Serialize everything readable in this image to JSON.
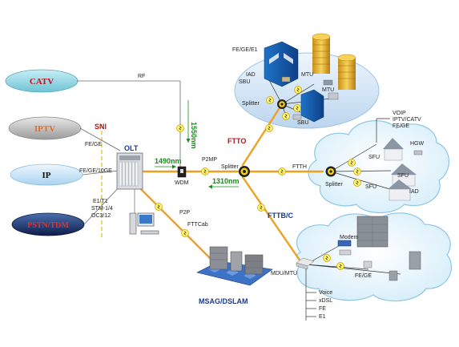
{
  "services": {
    "catv": "CATV",
    "iptv": "IPTV",
    "ip": "IP",
    "pstn": "PSTN/TDM",
    "sni": "SNI",
    "if_fe_ge": "FE/GE",
    "if_ip": "FE/GE/10GE",
    "if_pstn_1": "E1/T1",
    "if_pstn_2": "STM-1/4",
    "if_pstn_3": "OC3/12"
  },
  "core": {
    "olt": "OLT",
    "rf": "RF",
    "wl_1550": "1550nm",
    "wl_1490": "1490nm",
    "wl_1310": "1310nm",
    "wdm": "WDM",
    "p2mp": "P2MP",
    "p2p": "P2P",
    "splitter_main": "Splitter"
  },
  "ftto": {
    "label": "FTTO",
    "fe_ge_e1": "FE/GE/E1",
    "iad": "IAD",
    "mtu": "MTU",
    "sbu_1": "SBU",
    "mtu_2": "MTU",
    "splitter": "Splitter",
    "sbu_2": "SBU"
  },
  "ftth": {
    "label": "FTTH",
    "voip": "VOIP",
    "iptv_catv": "IPTV/CATV",
    "fe_ge": "FE/GE",
    "sfu_1": "SFU",
    "hgw": "HGW",
    "splitter": "Splitter",
    "sfu_2": "SFU",
    "sfu_3": "SFU",
    "iad": "IAD"
  },
  "fttb": {
    "label": "FTTB/C",
    "modem": "Modem",
    "fe_ge": "FE/GE",
    "mdu_mtu": "MDU/MTU",
    "voice": "Voice",
    "xdsl": "xDSL",
    "fe": "FE",
    "e1": "E1"
  },
  "fttcab": {
    "label": "FTTCab",
    "msag": "MSAG/DSLAM"
  },
  "colors": {
    "fiber": "#f0a020",
    "green_text": "#1a8a1a",
    "navy": "#1a3a8a",
    "red_text": "#c0101a",
    "catv_disc": "#8fd3e0",
    "iptv_disc": "#b0b0b0",
    "ip_disc": "#bfe0f5",
    "pstn_disc": "#1d2f6a"
  }
}
